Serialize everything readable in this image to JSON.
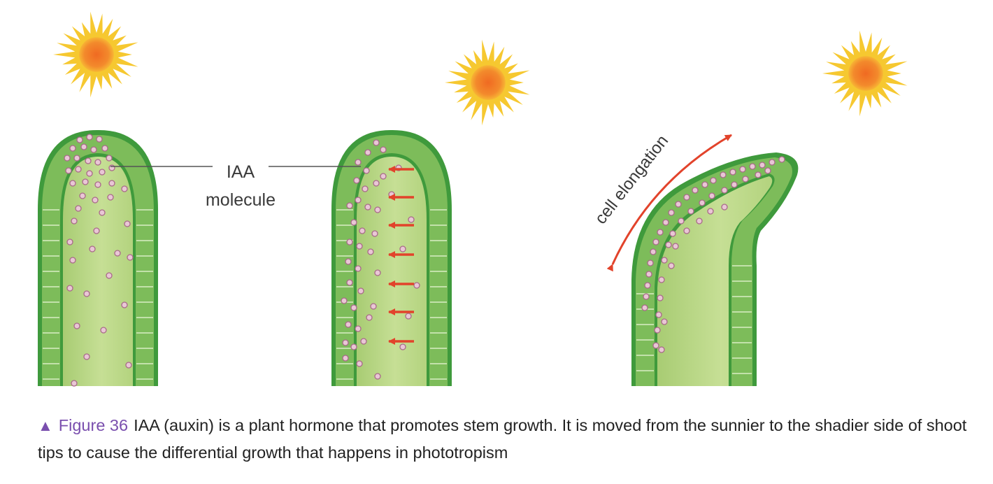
{
  "labels": {
    "iaa_line1": "IAA",
    "iaa_line2": "molecule",
    "elongation": "cell elongation"
  },
  "caption": {
    "figure_label": "Figure 36",
    "text": "IAA (auxin) is a plant hormone that promotes stem growth. It is moved from the sunnier to the shadier side of shoot tips to cause the differential growth that happens in phototropism"
  },
  "colors": {
    "shoot_outer": "#3f9a3c",
    "cell_band": "#7dbc5a",
    "shoot_inner": "#bdd98a",
    "iaa_dot_fill": "#e9c7d5",
    "iaa_dot_stroke": "#a96a8a",
    "arrow": "#e2432b",
    "sun_rays": "#f6c830",
    "sun_core": "#f07d2a"
  },
  "icons": [
    "sun-icon",
    "iaa-molecule-icon",
    "red-arrow-icon"
  ]
}
